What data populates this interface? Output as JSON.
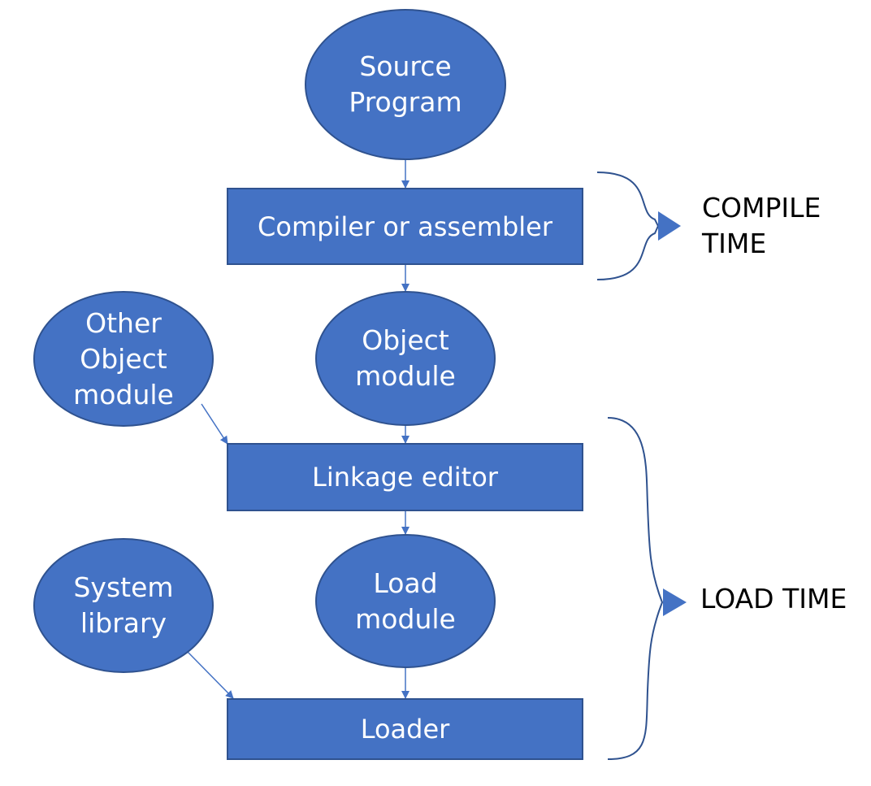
{
  "nodes": {
    "source_program": [
      "Source",
      "Program"
    ],
    "compiler": "Compiler or assembler",
    "object_module": [
      "Object",
      "module"
    ],
    "other_object_module": [
      "Other",
      "Object",
      "module"
    ],
    "linkage_editor": "Linkage editor",
    "load_module": [
      "Load",
      "module"
    ],
    "system_library": [
      "System",
      "library"
    ],
    "loader": "Loader"
  },
  "phases": {
    "compile_time": [
      "COMPILE",
      "TIME"
    ],
    "load_time": "LOAD TIME"
  },
  "colors": {
    "node_fill": "#4472C4",
    "node_border": "#2F528F",
    "connector": "#4472C4",
    "brace": "#2F528F"
  }
}
